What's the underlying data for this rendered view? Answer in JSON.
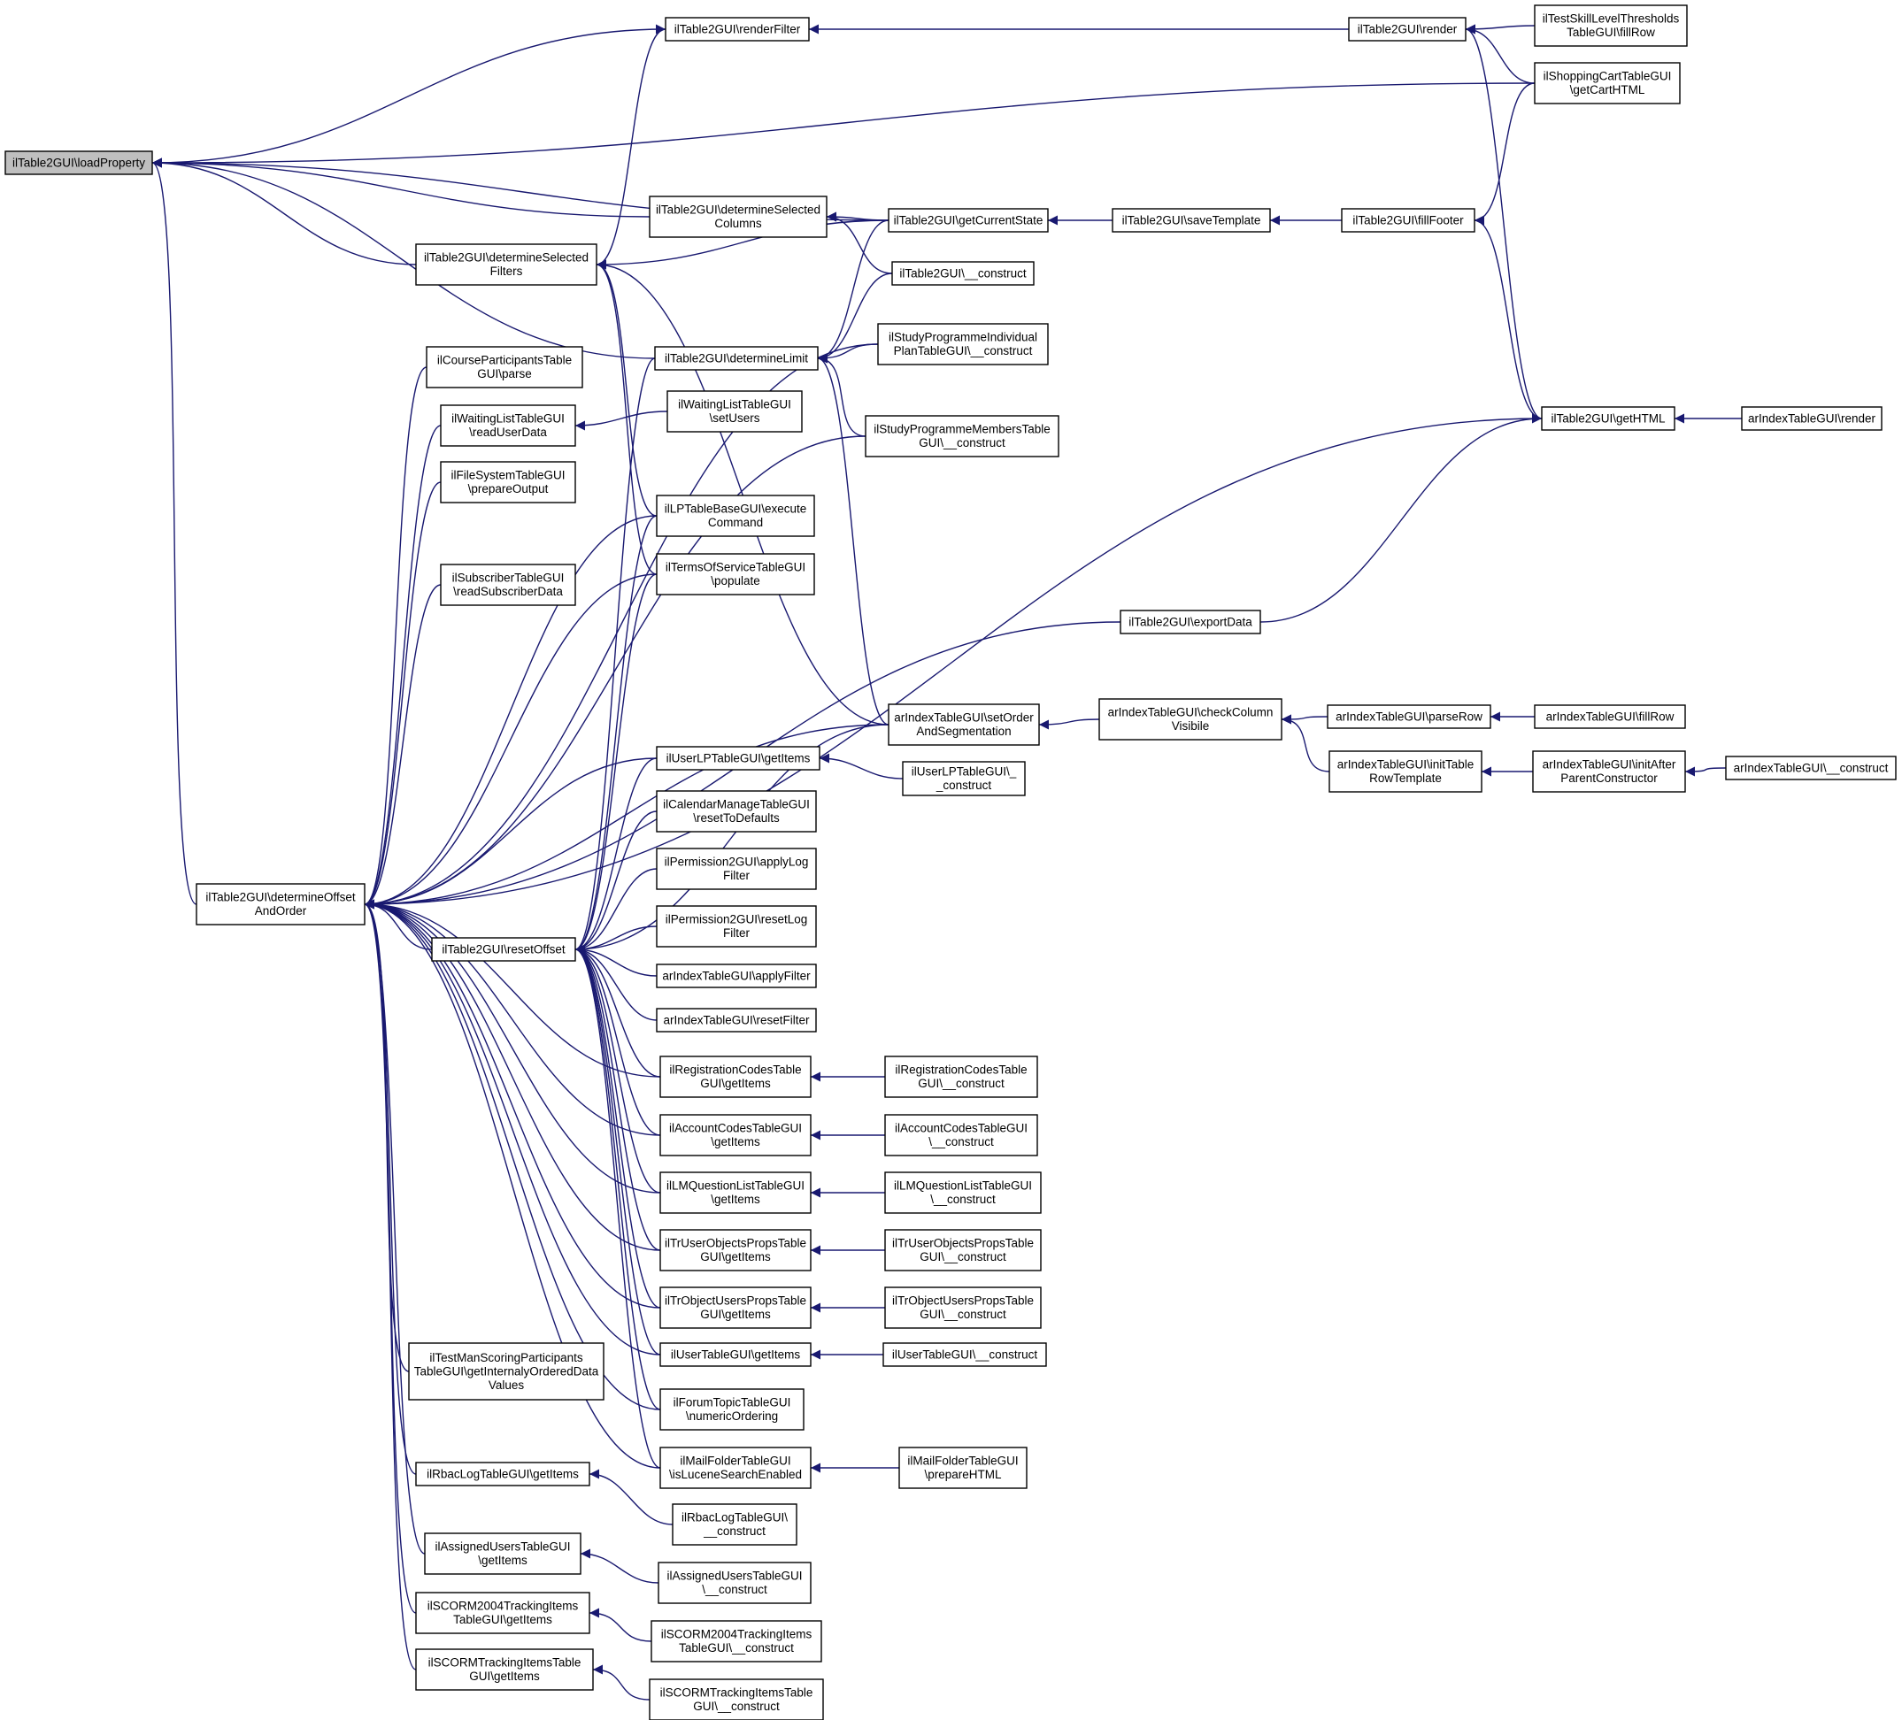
{
  "graph": {
    "root": "n0",
    "edge_color": "#191970",
    "root_fill": "#bfbfbf",
    "nodes": [
      {
        "id": "n0",
        "lines": [
          "ilTable2GUI\\loadProperty"
        ]
      },
      {
        "id": "n1",
        "lines": [
          "ilTable2GUI\\renderFilter"
        ]
      },
      {
        "id": "n2",
        "lines": [
          "ilTable2GUI\\render"
        ]
      },
      {
        "id": "n3",
        "lines": [
          "ilTestSkillLevelThresholds",
          "TableGUI\\fillRow"
        ]
      },
      {
        "id": "n4",
        "lines": [
          "ilShoppingCartTableGUI",
          "\\getCartHTML"
        ]
      },
      {
        "id": "n5",
        "lines": [
          "ilTable2GUI\\determineSelected",
          "Columns"
        ]
      },
      {
        "id": "n6",
        "lines": [
          "ilTable2GUI\\getCurrentState"
        ]
      },
      {
        "id": "n7",
        "lines": [
          "ilTable2GUI\\saveTemplate"
        ]
      },
      {
        "id": "n8",
        "lines": [
          "ilTable2GUI\\fillFooter"
        ]
      },
      {
        "id": "n9",
        "lines": [
          "ilTable2GUI\\determineSelected",
          "Filters"
        ]
      },
      {
        "id": "n10",
        "lines": [
          "ilTable2GUI\\__construct"
        ]
      },
      {
        "id": "n11",
        "lines": [
          "ilStudyProgrammeIndividual",
          "PlanTableGUI\\__construct"
        ]
      },
      {
        "id": "n12",
        "lines": [
          "ilCourseParticipantsTable",
          "GUI\\parse"
        ]
      },
      {
        "id": "n13",
        "lines": [
          "ilTable2GUI\\determineLimit"
        ]
      },
      {
        "id": "n14",
        "lines": [
          "ilTable2GUI\\getHTML"
        ]
      },
      {
        "id": "n15",
        "lines": [
          "arIndexTableGUI\\render"
        ]
      },
      {
        "id": "n16",
        "lines": [
          "ilWaitingListTableGUI",
          "\\readUserData"
        ]
      },
      {
        "id": "n17",
        "lines": [
          "ilWaitingListTableGUI",
          "\\setUsers"
        ]
      },
      {
        "id": "n18",
        "lines": [
          "ilStudyProgrammeMembersTable",
          "GUI\\__construct"
        ]
      },
      {
        "id": "n19",
        "lines": [
          "ilFileSystemTableGUI",
          "\\prepareOutput"
        ]
      },
      {
        "id": "n20",
        "lines": [
          "ilLPTableBaseGUI\\execute",
          "Command"
        ]
      },
      {
        "id": "n21",
        "lines": [
          "ilSubscriberTableGUI",
          "\\readSubscriberData"
        ]
      },
      {
        "id": "n22",
        "lines": [
          "ilTermsOfServiceTableGUI",
          "\\populate"
        ]
      },
      {
        "id": "n23",
        "lines": [
          "ilTable2GUI\\exportData"
        ]
      },
      {
        "id": "n24",
        "lines": [
          "arIndexTableGUI\\setOrder",
          "AndSegmentation"
        ]
      },
      {
        "id": "n25",
        "lines": [
          "arIndexTableGUI\\checkColumn",
          "Visibile"
        ]
      },
      {
        "id": "n26",
        "lines": [
          "arIndexTableGUI\\parseRow"
        ]
      },
      {
        "id": "n27",
        "lines": [
          "arIndexTableGUI\\fillRow"
        ]
      },
      {
        "id": "n28",
        "lines": [
          "ilUserLPTableGUI\\getItems"
        ]
      },
      {
        "id": "n29",
        "lines": [
          "arIndexTableGUI\\initTable",
          "RowTemplate"
        ]
      },
      {
        "id": "n30",
        "lines": [
          "arIndexTableGUI\\initAfter",
          "ParentConstructor"
        ]
      },
      {
        "id": "n31",
        "lines": [
          "arIndexTableGUI\\__construct"
        ]
      },
      {
        "id": "n32",
        "lines": [
          "ilUserLPTableGUI\\_",
          "_construct"
        ]
      },
      {
        "id": "n33",
        "lines": [
          "ilCalendarManageTableGUI",
          "\\resetToDefaults"
        ]
      },
      {
        "id": "n34",
        "lines": [
          "ilPermission2GUI\\applyLog",
          "Filter"
        ]
      },
      {
        "id": "n35",
        "lines": [
          "ilTable2GUI\\determineOffset",
          "AndOrder"
        ]
      },
      {
        "id": "n36",
        "lines": [
          "ilPermission2GUI\\resetLog",
          "Filter"
        ]
      },
      {
        "id": "n37",
        "lines": [
          "ilTable2GUI\\resetOffset"
        ]
      },
      {
        "id": "n38",
        "lines": [
          "arIndexTableGUI\\applyFilter"
        ]
      },
      {
        "id": "n39",
        "lines": [
          "arIndexTableGUI\\resetFilter"
        ]
      },
      {
        "id": "n40",
        "lines": [
          "ilRegistrationCodesTable",
          "GUI\\getItems"
        ]
      },
      {
        "id": "n41",
        "lines": [
          "ilRegistrationCodesTable",
          "GUI\\__construct"
        ]
      },
      {
        "id": "n42",
        "lines": [
          "ilAccountCodesTableGUI",
          "\\getItems"
        ]
      },
      {
        "id": "n43",
        "lines": [
          "ilAccountCodesTableGUI",
          "\\__construct"
        ]
      },
      {
        "id": "n44",
        "lines": [
          "ilLMQuestionListTableGUI",
          "\\getItems"
        ]
      },
      {
        "id": "n45",
        "lines": [
          "ilLMQuestionListTableGUI",
          "\\__construct"
        ]
      },
      {
        "id": "n46",
        "lines": [
          "ilTrUserObjectsPropsTable",
          "GUI\\getItems"
        ]
      },
      {
        "id": "n47",
        "lines": [
          "ilTrUserObjectsPropsTable",
          "GUI\\__construct"
        ]
      },
      {
        "id": "n48",
        "lines": [
          "ilTrObjectUsersPropsTable",
          "GUI\\getItems"
        ]
      },
      {
        "id": "n49",
        "lines": [
          "ilTrObjectUsersPropsTable",
          "GUI\\__construct"
        ]
      },
      {
        "id": "n50",
        "lines": [
          "ilUserTableGUI\\getItems"
        ]
      },
      {
        "id": "n51",
        "lines": [
          "ilUserTableGUI\\__construct"
        ]
      },
      {
        "id": "n52",
        "lines": [
          "ilTestManScoringParticipants",
          "TableGUI\\getInternalyOrderedData",
          "Values"
        ]
      },
      {
        "id": "n53",
        "lines": [
          "ilForumTopicTableGUI",
          "\\numericOrdering"
        ]
      },
      {
        "id": "n54",
        "lines": [
          "ilMailFolderTableGUI",
          "\\isLuceneSearchEnabled"
        ]
      },
      {
        "id": "n55",
        "lines": [
          "ilMailFolderTableGUI",
          "\\prepareHTML"
        ]
      },
      {
        "id": "n56",
        "lines": [
          "ilRbacLogTableGUI\\getItems"
        ]
      },
      {
        "id": "n57",
        "lines": [
          "ilRbacLogTableGUI\\",
          "__construct"
        ]
      },
      {
        "id": "n58",
        "lines": [
          "ilAssignedUsersTableGUI",
          "\\getItems"
        ]
      },
      {
        "id": "n59",
        "lines": [
          "ilAssignedUsersTableGUI",
          "\\__construct"
        ]
      },
      {
        "id": "n60",
        "lines": [
          "ilSCORM2004TrackingItems",
          "TableGUI\\getItems"
        ]
      },
      {
        "id": "n61",
        "lines": [
          "ilSCORM2004TrackingItems",
          "TableGUI\\__construct"
        ]
      },
      {
        "id": "n62",
        "lines": [
          "ilSCORMTrackingItemsTable",
          "GUI\\getItems"
        ]
      },
      {
        "id": "n63",
        "lines": [
          "ilSCORMTrackingItemsTable",
          "GUI\\__construct"
        ]
      }
    ],
    "edges": [
      [
        "n1",
        "n0"
      ],
      [
        "n9",
        "n0"
      ],
      [
        "n5",
        "n0"
      ],
      [
        "n6",
        "n0"
      ],
      [
        "n13",
        "n0"
      ],
      [
        "n35",
        "n0"
      ],
      [
        "n4",
        "n0"
      ],
      [
        "n2",
        "n1"
      ],
      [
        "n9",
        "n1"
      ],
      [
        "n3",
        "n2"
      ],
      [
        "n4",
        "n2"
      ],
      [
        "n14",
        "n2"
      ],
      [
        "n6",
        "n5"
      ],
      [
        "n10",
        "n5"
      ],
      [
        "n7",
        "n6"
      ],
      [
        "n8",
        "n7"
      ],
      [
        "n4",
        "n8"
      ],
      [
        "n14",
        "n8"
      ],
      [
        "n6",
        "n9"
      ],
      [
        "n20",
        "n9"
      ],
      [
        "n22",
        "n9"
      ],
      [
        "n24",
        "n9"
      ],
      [
        "n6",
        "n13"
      ],
      [
        "n10",
        "n13"
      ],
      [
        "n11",
        "n13"
      ],
      [
        "n18",
        "n13"
      ],
      [
        "n24",
        "n13"
      ],
      [
        "n15",
        "n14"
      ],
      [
        "n23",
        "n14"
      ],
      [
        "n17",
        "n16"
      ],
      [
        "n25",
        "n24"
      ],
      [
        "n26",
        "n25"
      ],
      [
        "n29",
        "n25"
      ],
      [
        "n27",
        "n26"
      ],
      [
        "n30",
        "n29"
      ],
      [
        "n31",
        "n30"
      ],
      [
        "n32",
        "n28"
      ],
      [
        "n12",
        "n35"
      ],
      [
        "n16",
        "n35"
      ],
      [
        "n19",
        "n35"
      ],
      [
        "n21",
        "n35"
      ],
      [
        "n20",
        "n35"
      ],
      [
        "n22",
        "n35"
      ],
      [
        "n23",
        "n35"
      ],
      [
        "n14",
        "n35"
      ],
      [
        "n24",
        "n35"
      ],
      [
        "n28",
        "n35"
      ],
      [
        "n37",
        "n35"
      ],
      [
        "n40",
        "n35"
      ],
      [
        "n42",
        "n35"
      ],
      [
        "n44",
        "n35"
      ],
      [
        "n46",
        "n35"
      ],
      [
        "n48",
        "n35"
      ],
      [
        "n50",
        "n35"
      ],
      [
        "n52",
        "n35"
      ],
      [
        "n53",
        "n35"
      ],
      [
        "n54",
        "n35"
      ],
      [
        "n56",
        "n35"
      ],
      [
        "n58",
        "n35"
      ],
      [
        "n60",
        "n35"
      ],
      [
        "n62",
        "n35"
      ],
      [
        "n11",
        "n35"
      ],
      [
        "n18",
        "n35"
      ],
      [
        "n13",
        "n37"
      ],
      [
        "n20",
        "n37"
      ],
      [
        "n22",
        "n37"
      ],
      [
        "n28",
        "n37"
      ],
      [
        "n33",
        "n37"
      ],
      [
        "n34",
        "n37"
      ],
      [
        "n36",
        "n37"
      ],
      [
        "n38",
        "n37"
      ],
      [
        "n39",
        "n37"
      ],
      [
        "n40",
        "n37"
      ],
      [
        "n42",
        "n37"
      ],
      [
        "n44",
        "n37"
      ],
      [
        "n46",
        "n37"
      ],
      [
        "n48",
        "n37"
      ],
      [
        "n50",
        "n37"
      ],
      [
        "n53",
        "n37"
      ],
      [
        "n54",
        "n37"
      ],
      [
        "n24",
        "n37"
      ],
      [
        "n41",
        "n40"
      ],
      [
        "n43",
        "n42"
      ],
      [
        "n45",
        "n44"
      ],
      [
        "n47",
        "n46"
      ],
      [
        "n49",
        "n48"
      ],
      [
        "n51",
        "n50"
      ],
      [
        "n55",
        "n54"
      ],
      [
        "n57",
        "n56"
      ],
      [
        "n59",
        "n58"
      ],
      [
        "n61",
        "n60"
      ],
      [
        "n63",
        "n62"
      ]
    ]
  }
}
